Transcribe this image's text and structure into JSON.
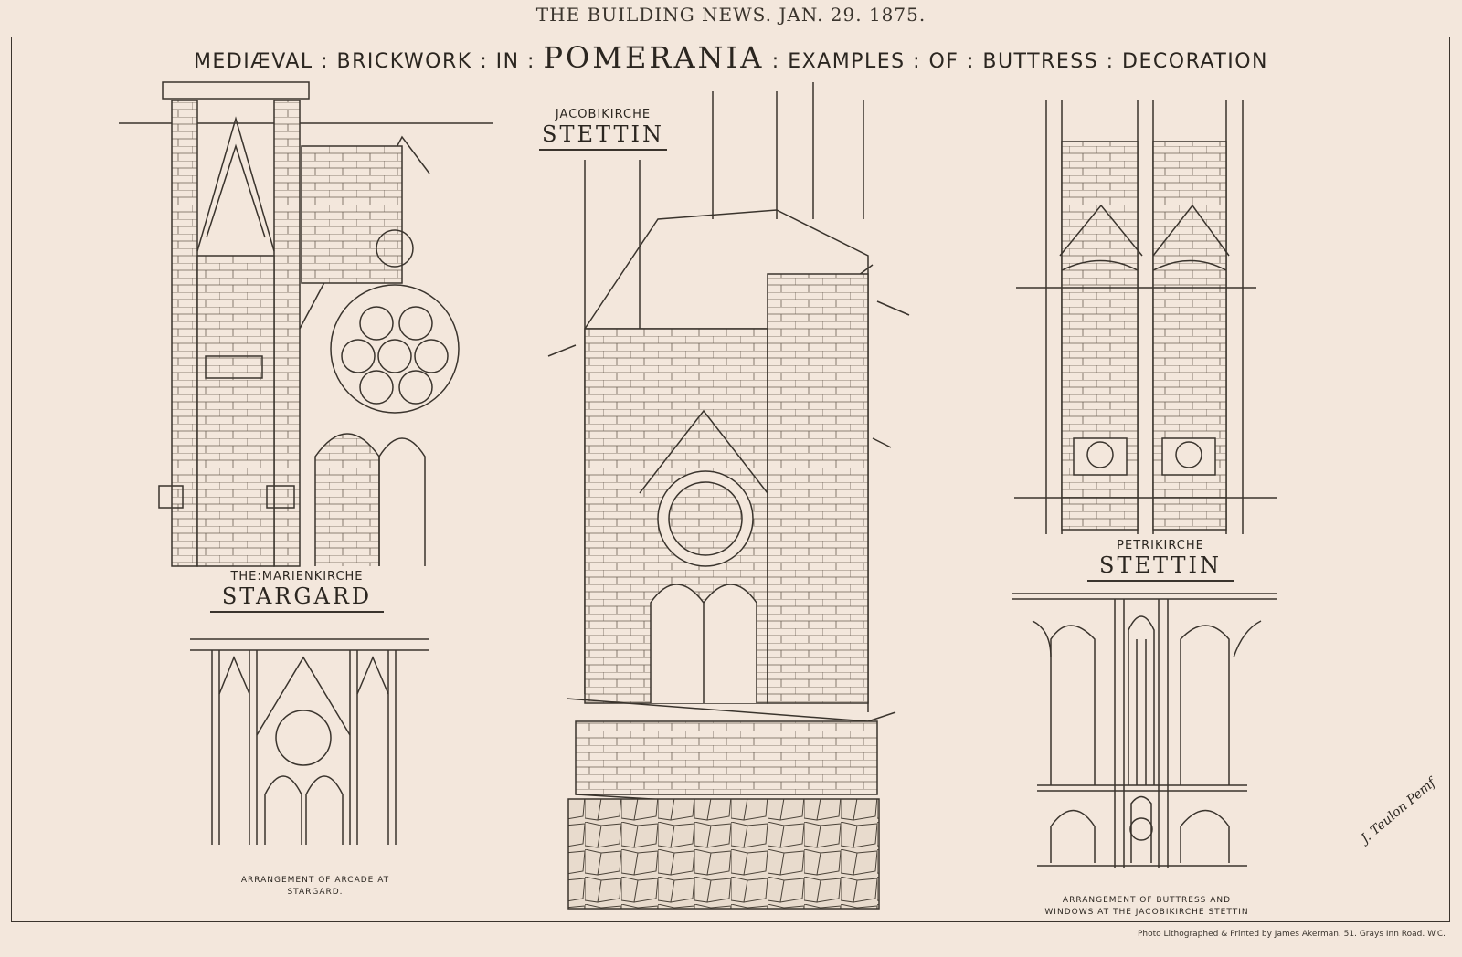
{
  "header": "THE BUILDING NEWS. JAN. 29. 1875.",
  "title": {
    "part1": "MEDIÆVAL : BRICKWORK : IN :",
    "part2": "POMERANIA",
    "part3": ": EXAMPLES : OF : BUTTRESS : DECORATION"
  },
  "panels": {
    "left": {
      "name": "THE:MARIENKIRCHE",
      "place": "STARGARD"
    },
    "center": {
      "name": "JACOBIKIRCHE",
      "place": "STETTIN"
    },
    "right": {
      "name": "PETRIKIRCHE",
      "place": "STETTIN"
    }
  },
  "captions": {
    "left_line1": "ARRANGEMENT OF ARCADE AT",
    "left_line2": "STARGARD.",
    "right_line1": "ARRANGEMENT OF BUTTRESS AND",
    "right_line2": "WINDOWS AT THE JACOBIKIRCHE STETTIN"
  },
  "printer": "Photo Lithographed & Printed by James Akerman. 51. Grays Inn Road. W.C.",
  "signature": "J. Teulon Pemf"
}
